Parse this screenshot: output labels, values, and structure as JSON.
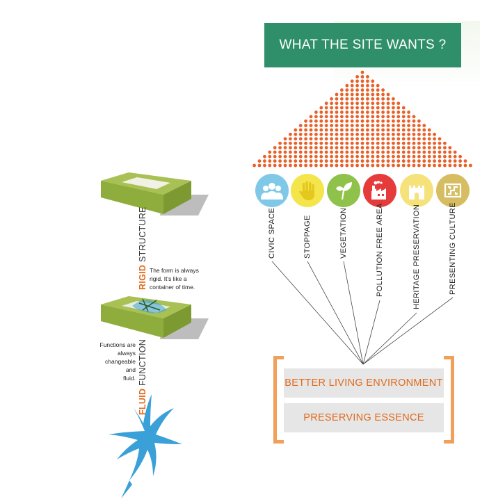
{
  "header": {
    "title": "WHAT THE SITE WANTS ?"
  },
  "colors": {
    "header_bg": "#2f8f6a",
    "dots": "#e8602a",
    "accent_orange": "#e2691a",
    "bracket": "#f0a05a",
    "green_block": "#8fad3c",
    "fluid_blue": "#3aa0d8"
  },
  "needs": [
    {
      "label": "CIVIC SPACE",
      "icon": "people-icon",
      "color": "#7fc8e8"
    },
    {
      "label": "STOPPAGE",
      "icon": "hand-icon",
      "color": "#f3e54a"
    },
    {
      "label": "VEGETATION",
      "icon": "leaf-icon",
      "color": "#8fc24a"
    },
    {
      "label": "POLLUTION FREE AREA",
      "icon": "factory-icon",
      "color": "#e63b3b"
    },
    {
      "label": "HERITAGE PRESERVATION",
      "icon": "castle-icon",
      "color": "#f6e27a"
    },
    {
      "label": "PRESENTING CULTURE",
      "icon": "pattern-icon",
      "color": "#d6bd62"
    }
  ],
  "outcomes": {
    "primary": "BETTER LIVING ENVIRONMENT",
    "secondary": "PRESERVING ESSENCE"
  },
  "left": {
    "rigid": {
      "accent": "RIGID",
      "rest": " STRUCTURE",
      "note": [
        "The form is always",
        "rigid. It's like a",
        "container of time."
      ]
    },
    "fluid": {
      "accent": "FLUID",
      "rest": " FUNCTION",
      "note": [
        "Functions are",
        "always",
        "changeable and",
        "fluid."
      ]
    }
  }
}
